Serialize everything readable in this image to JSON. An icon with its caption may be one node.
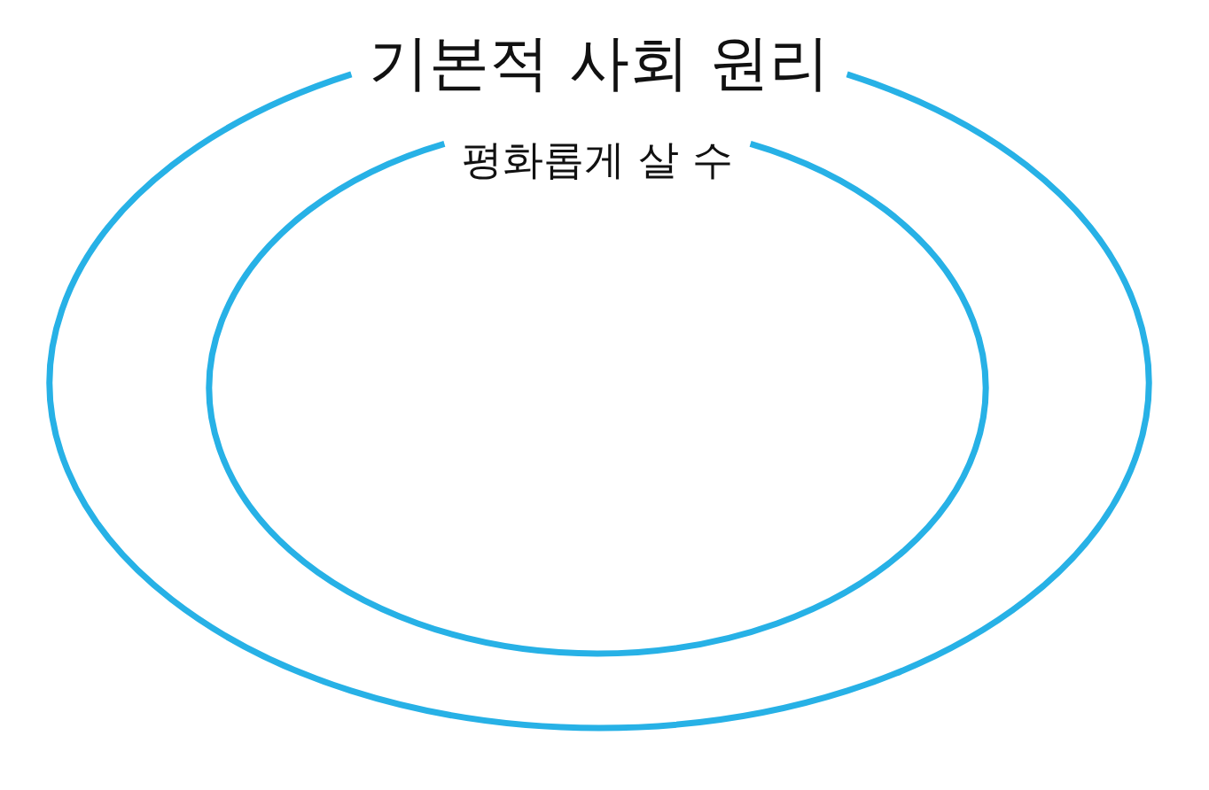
{
  "diagram": {
    "nodes": [
      {
        "text": [
          "기본적 사회 원리"
        ]
      },
      {
        "text": [
          "평화롭게 살 수"
        ],
        "in": 0
      }
    ]
  }
}
